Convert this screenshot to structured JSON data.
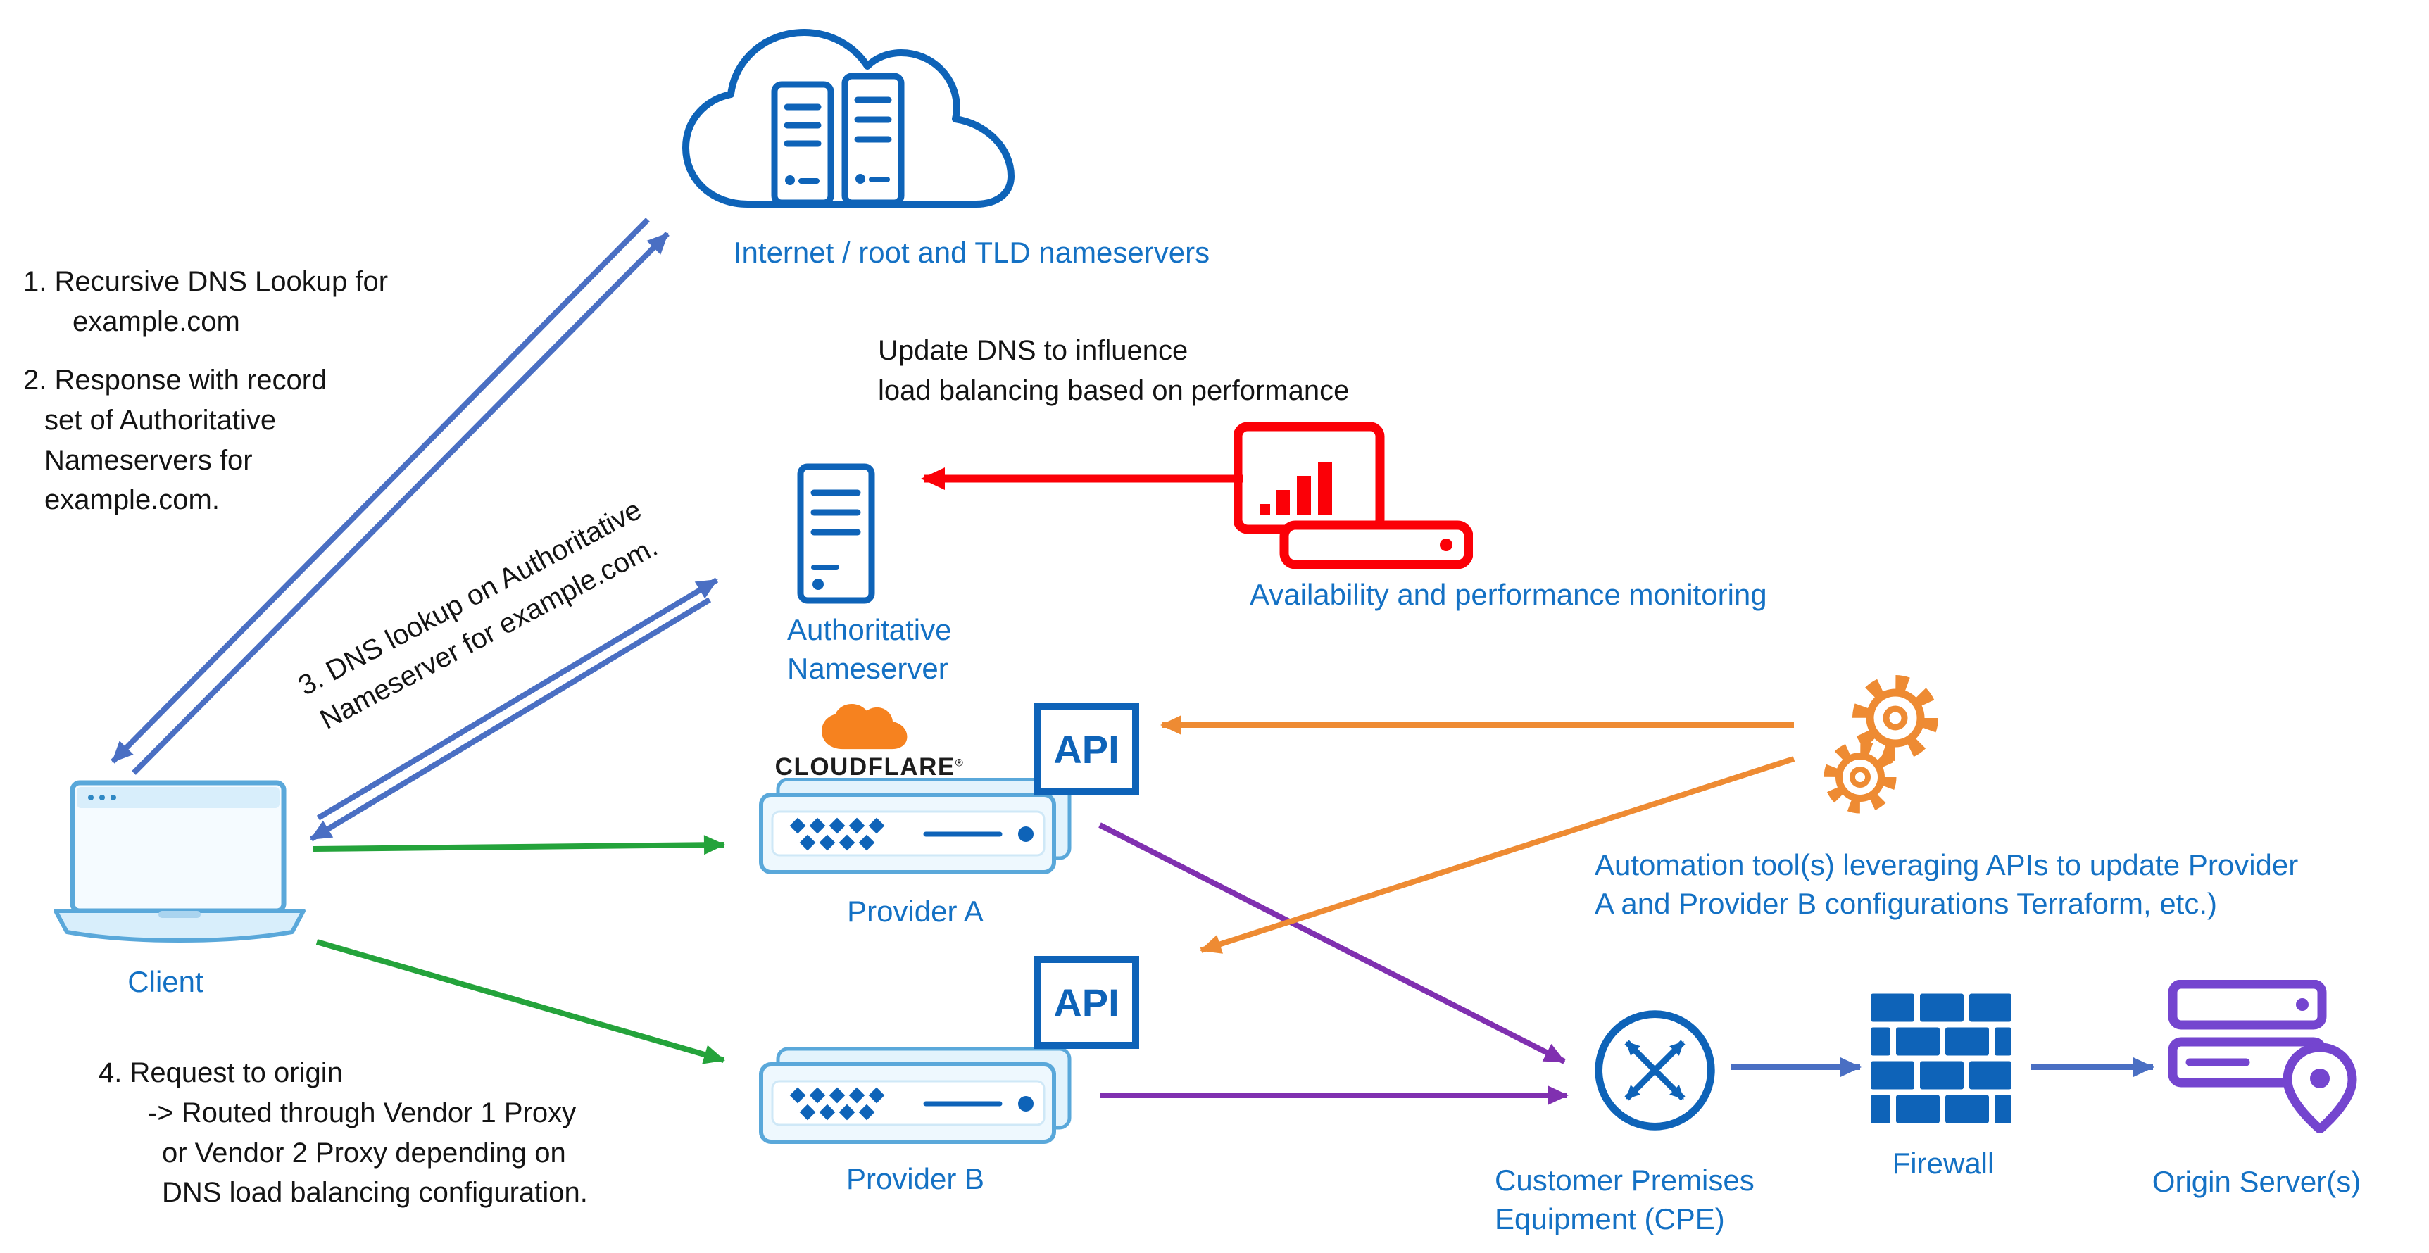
{
  "colors": {
    "icon_blue": "#0e63b8",
    "label_blue": "#1471c4",
    "arrow_blue": "#4a6fc3",
    "red": "#fb0007",
    "green": "#24a33b",
    "purple": "#8030b0",
    "origin_purple": "#7445cf",
    "orange": "#ee8b33",
    "cloudflare_orange": "#f6821f",
    "laptop_blue": "#5aa8da"
  },
  "icons": {
    "cloud": "internet-cloud-icon",
    "server_tower": "nameserver-icon",
    "monitoring": "monitoring-icon",
    "gears": "automation-gears-icon",
    "router": "cpe-router-icon",
    "firewall": "firewall-bricks-icon",
    "origin": "origin-servers-icon",
    "laptop": "client-laptop-icon",
    "appliance": "provider-appliance-icon",
    "cloudflare_cloud": "cloudflare-cloud-icon"
  },
  "cloud": {
    "label": "Internet / root and TLD nameservers"
  },
  "client": {
    "label": "Client"
  },
  "auth_ns": {
    "label_line1": "Authoritative",
    "label_line2": "Nameserver"
  },
  "monitoring": {
    "label": "Availability and performance monitoring"
  },
  "provider_a": {
    "label": "Provider A",
    "api_label": "API",
    "brand": "CLOUDFLARE",
    "brand_mark": "®"
  },
  "provider_b": {
    "label": "Provider B",
    "api_label": "API"
  },
  "automation": {
    "line1": "Automation tool(s)  leveraging APIs to update Provider",
    "line2": "A and Provider B configurations Terraform, etc.)"
  },
  "cpe": {
    "label_line1": "Customer Premises",
    "label_line2": "Equipment (CPE)"
  },
  "firewall": {
    "label": "Firewall"
  },
  "origin": {
    "label": "Origin Server(s)"
  },
  "annotations": {
    "step1_line1": "1. Recursive DNS Lookup for",
    "step1_line2": "example.com",
    "step2_line1": "2. Response with record",
    "step2_line2": "set of Authoritative",
    "step2_line3": "Nameservers for",
    "step2_line4": "example.com.",
    "step3_line1": "3. DNS lookup on Authoritative",
    "step3_line2": "Nameserver for example.com.",
    "step4_line1": "4. Request to origin",
    "step4_line2": "-> Routed through Vendor 1 Proxy",
    "step4_line3": "or Vendor 2 Proxy depending on",
    "step4_line4": "DNS load balancing configuration.",
    "update_dns_line1": "Update DNS to influence",
    "update_dns_line2": "load balancing based on performance"
  }
}
